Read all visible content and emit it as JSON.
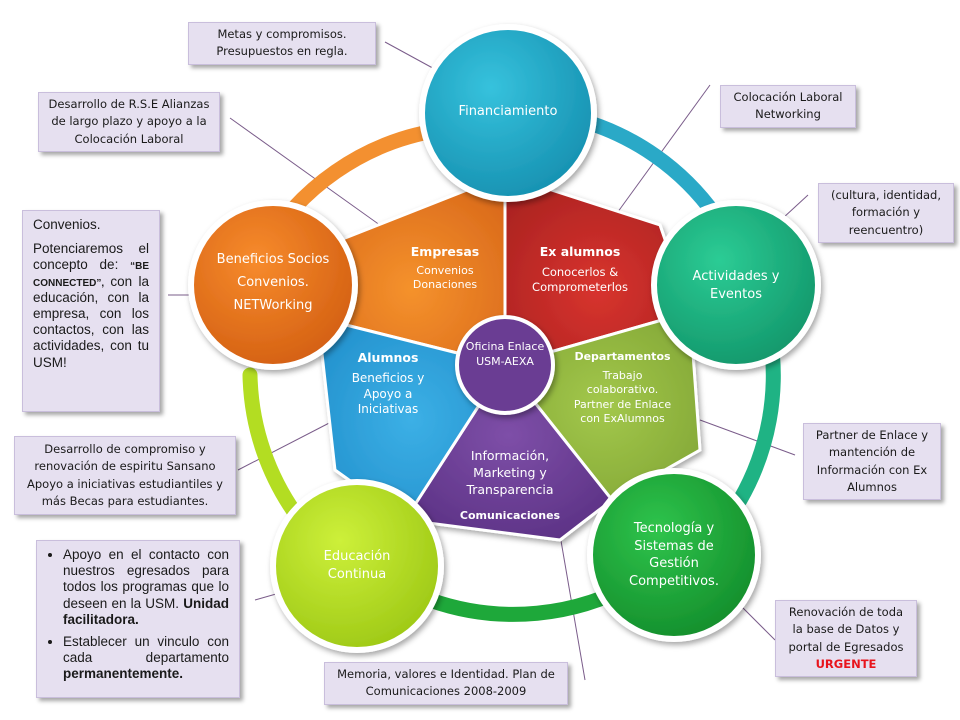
{
  "center": {
    "label": "Oficina Enlace USM-AEXA"
  },
  "segments": [
    {
      "key": "empresas",
      "title": "Empresas",
      "body": "Convenios Donaciones",
      "color": "#e2761f"
    },
    {
      "key": "exalumnos",
      "title": "Ex alumnos",
      "body": "Conocerlos & Comprometerlos",
      "color": "#c02a27"
    },
    {
      "key": "departamentos",
      "title": "Departamentos",
      "body": "Trabajo colaborativo. Partner de Enlace con ExAlumnos",
      "color": "#8db03a"
    },
    {
      "key": "informacion",
      "title": "Información, Marketing y Transparencia",
      "body": "Comunicaciones",
      "color": "#6a3d93"
    },
    {
      "key": "alumnos",
      "title": "Alumnos",
      "body": "Beneficios y Apoyo a Iniciativas",
      "color": "#2d9fd8"
    }
  ],
  "circles": [
    {
      "key": "financiamiento",
      "label": "Financiamiento",
      "color": "#2aa9c7"
    },
    {
      "key": "actividades",
      "label": "Actividades y Eventos",
      "color": "#1fb384"
    },
    {
      "key": "tecnologia",
      "label": "Tecnología y Sistemas de Gestión Competitivos.",
      "color": "#1ea83a"
    },
    {
      "key": "educacion",
      "label": "Educación Continua",
      "color": "#b3dd22"
    },
    {
      "key": "beneficios",
      "lines": [
        "Beneficios Socios",
        "Convenios.",
        "NETWorking"
      ],
      "color": "#e8701c"
    }
  ],
  "notes": {
    "metas": "Metas y compromisos. Presupuestos en regla.",
    "rse": "Desarrollo de R.S.E Alianzas de largo plazo y apoyo a la Colocación Laboral",
    "colocacion": "Colocación Laboral Networking",
    "cultura": "(cultura, identidad, formación y reencuentro)",
    "convenios": {
      "heading": "Convenios.",
      "body_start": "Potenciaremos el concepto de:",
      "highlight": "“BE CONNECTED”,",
      "body_end": "con la educación, con la empresa, con los contactos, con las actividades, con tu USM!"
    },
    "desarrollo": "Desarrollo de compromiso y renovación de espiritu Sansano Apoyo a iniciativas estudiantiles y más Becas para estudiantes.",
    "partner": "Partner de Enlace y mantención de Información con Ex Alumnos",
    "apoyo": [
      {
        "text": "Apoyo en el contacto con nuestros egresados para todos los programas que lo deseen en la USM.",
        "bold": "Unidad facilitadora."
      },
      {
        "text": "Establecer un vinculo con cada departamento",
        "bold": "permanentemente."
      }
    ],
    "memoria": "Memoria, valores e Identidad. Plan de Comunicaciones 2008-2009",
    "renovacion": "Renovación de toda la base de Datos y portal de Egresados",
    "urgente": "URGENTE"
  }
}
